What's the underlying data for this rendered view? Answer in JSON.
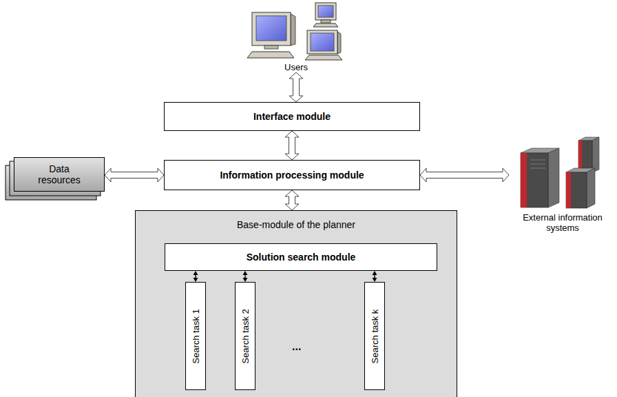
{
  "diagram": {
    "nodes": [
      {
        "text": [
          "Users"
        ]
      },
      {
        "text": [
          "Interface module"
        ]
      },
      {
        "text": [
          "Data resources"
        ]
      },
      {
        "text": [
          "Information processing module"
        ]
      },
      {
        "text": [
          "External information systems"
        ]
      },
      {
        "text": [
          "Base-module of the planner"
        ]
      },
      {
        "text": [
          "Solution search module"
        ],
        "in": 5
      },
      {
        "text": [
          "Search task 1"
        ],
        "in": 5
      },
      {
        "text": [
          "Search task 2"
        ],
        "in": 5
      },
      {
        "text": [
          "Search task k"
        ],
        "in": 5
      }
    ],
    "edges": [
      {
        "from": 0,
        "to": 1,
        "arrow": "both"
      },
      {
        "from": 1,
        "to": 3,
        "arrow": "both"
      },
      {
        "from": 2,
        "to": 3,
        "arrow": "both"
      },
      {
        "from": 3,
        "to": 4,
        "arrow": "both"
      },
      {
        "from": 3,
        "to": 5,
        "arrow": "both"
      },
      {
        "from": 6,
        "to": 7,
        "arrow": "both"
      },
      {
        "from": 6,
        "to": 8,
        "arrow": "both"
      },
      {
        "from": 6,
        "to": 9,
        "arrow": "both"
      }
    ],
    "labels": [
      "..."
    ]
  }
}
